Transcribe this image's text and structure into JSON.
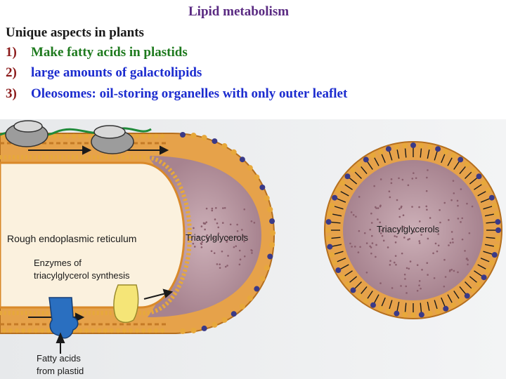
{
  "title": "Lipid metabolism",
  "intro": "Unique aspects in plants",
  "points": [
    {
      "num": "1)",
      "text": "Make fatty acids in plastids"
    },
    {
      "num": "2)",
      "text": "large amounts of galactolipids"
    },
    {
      "num": "3)",
      "text": "Oleosomes: oil-storing organelles with only outer leaflet"
    }
  ],
  "figure": {
    "label_er": "Rough endoplasmic reticulum",
    "label_tag_left": "Triacylglycerols",
    "label_tag_right": "Triacylglycerols",
    "label_enzymes_1": "Enzymes of",
    "label_enzymes_2": "triacylglycerol synthesis",
    "label_fatty_1": "Fatty acids",
    "label_fatty_2": "from plastid",
    "colors": {
      "lumen": "#fbf1de",
      "membrane": "#d9892a",
      "head": "#e7a83b",
      "droplet": "#bc9aa6",
      "cap": "#3a3a88",
      "enzyme_blue": "#2a6fc0",
      "enzyme_yellow": "#f5e577",
      "ribosome": "#9c9c9c",
      "mrna": "#1f8a3a"
    }
  }
}
